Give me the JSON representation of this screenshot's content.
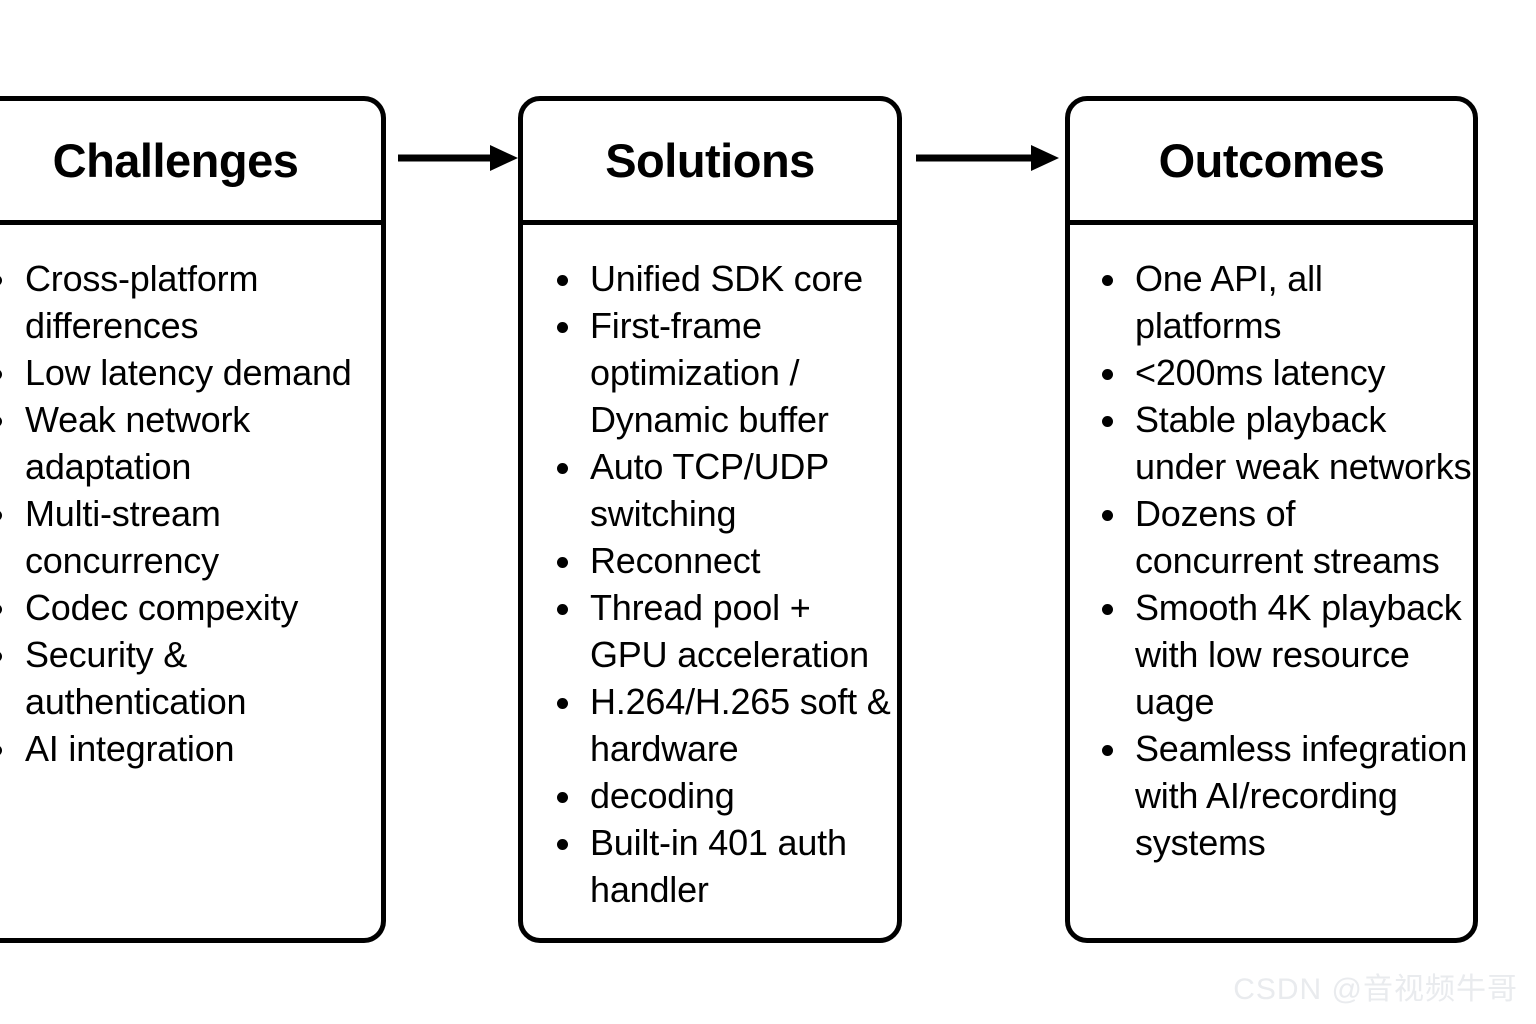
{
  "diagram": {
    "type": "three-stage-flow",
    "columns": [
      {
        "id": "challenges",
        "title": "Challenges",
        "items": [
          "Cross-platform differences",
          "Low latency demand",
          "Weak network adaptation",
          "Multi-stream concurrency",
          "Codec compexity",
          "Security & authentication",
          "AI integration"
        ]
      },
      {
        "id": "solutions",
        "title": "Solutions",
        "items": [
          "Unified SDK core",
          "First-frame optimization / Dynamic buffer",
          "Auto TCP/UDP switching",
          "Reconnect",
          "Thread pool + GPU acceleration",
          "H.264/H.265 soft & hardware",
          "decoding",
          "Built-in 401 auth handler"
        ]
      },
      {
        "id": "outcomes",
        "title": "Outcomes",
        "items": [
          "One API, all platforms",
          "<200ms latency",
          "Stable playback under weak networks",
          "Dozens of concurrent streams",
          "Smooth 4K playback with low resource uage",
          "Seamless infegration with AI/recording systems"
        ]
      }
    ],
    "connectors": [
      {
        "id": "arrow-challenges-to-solutions",
        "from": "challenges",
        "to": "solutions",
        "glyph": "right-arrow"
      },
      {
        "id": "arrow-solutions-to-outcomes",
        "from": "solutions",
        "to": "outcomes",
        "glyph": "right-arrow"
      }
    ]
  },
  "watermark": {
    "text": "CSDN @音视频牛哥",
    "color": "#e9ebee"
  },
  "colors": {
    "stroke": "#000000",
    "background": "#ffffff",
    "text": "#000000"
  }
}
